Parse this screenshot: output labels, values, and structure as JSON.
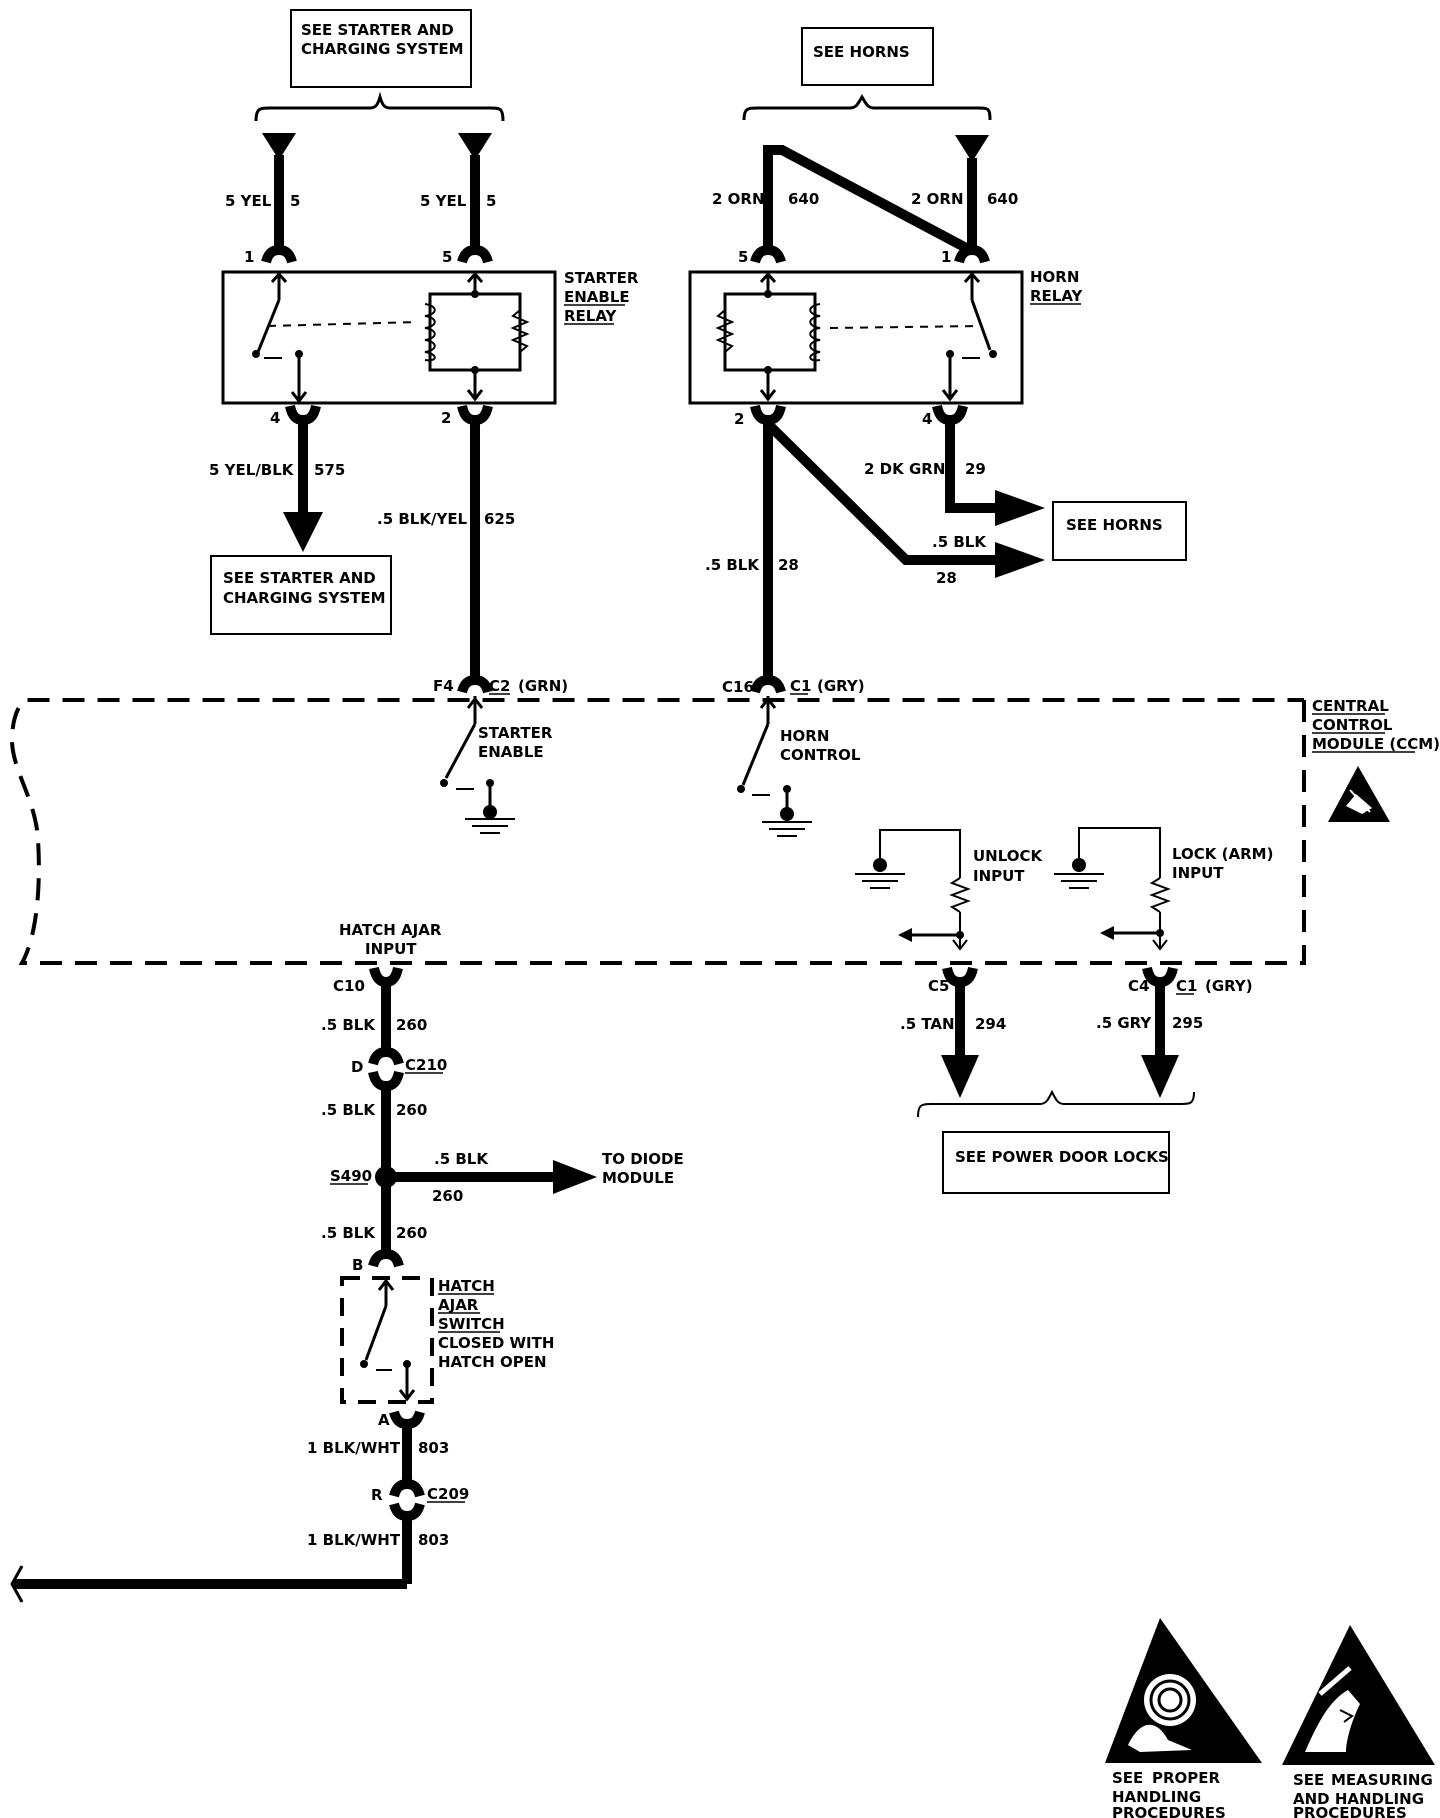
{
  "boxes": {
    "top_left": [
      "SEE STARTER AND",
      "CHARGING SYSTEM"
    ],
    "top_right": [
      "SEE HORNS"
    ],
    "starting_bottom": [
      "SEE STARTER AND",
      "CHARGING SYSTEM"
    ],
    "horns_right": [
      "SEE HORNS"
    ],
    "power_door_locks": [
      "SEE POWER DOOR LOCKS"
    ]
  },
  "starter_relay": {
    "label": [
      "STARTER",
      "ENABLE",
      "RELAY"
    ],
    "pin1": "1",
    "pin5": "5",
    "pin4": "4",
    "pin2": "2",
    "wire_in1_color": "5 YEL",
    "wire_in1_circuit": "5",
    "wire_in2_color": "5 YEL",
    "wire_in2_circuit": "5",
    "wire_out4_color": "5 YEL/BLK",
    "wire_out4_circuit": "575",
    "wire_out2_color": ".5 BLK/YEL",
    "wire_out2_circuit": "625"
  },
  "horn_relay": {
    "label": [
      "HORN",
      "RELAY"
    ],
    "pin5": "5",
    "pin1": "1",
    "pin2": "2",
    "pin4": "4",
    "wire_in_a_color": "2 ORN",
    "wire_in_a_circuit": "640",
    "wire_in_b_color": "2 ORN",
    "wire_in_b_circuit": "640",
    "wire_out4_color": "2 DK GRN",
    "wire_out4_circuit": "29",
    "wire_branch_color": ".5 BLK",
    "wire_branch_circuit": "28",
    "wire_out2_color": ".5 BLK",
    "wire_out2_circuit": "28"
  },
  "ccm": {
    "label": [
      "CENTRAL",
      "CONTROL",
      "MODULE (CCM)"
    ],
    "conn_f4": "F4",
    "conn_c2": "C2",
    "conn_c2_color": "(GRN)",
    "conn_c16": "C16",
    "conn_c1": "C1",
    "conn_c1_color": "(GRY)",
    "starter_enable": [
      "STARTER",
      "ENABLE"
    ],
    "horn_control": [
      "HORN",
      "CONTROL"
    ],
    "unlock_input": [
      "UNLOCK",
      "INPUT"
    ],
    "lock_input": [
      "LOCK (ARM)",
      "INPUT"
    ],
    "hatch_input": [
      "HATCH AJAR",
      "INPUT"
    ],
    "conn_c10": "C10",
    "conn_c5": "C5",
    "conn_c4": "C4",
    "conn_c1b": "C1",
    "conn_c1b_color": "(GRY)"
  },
  "door_wires": {
    "unlock_color": ".5 TAN",
    "unlock_circuit": "294",
    "lock_color": ".5 GRY",
    "lock_circuit": "295"
  },
  "hatch_circuit": {
    "w1_color": ".5 BLK",
    "w1_circuit": "260",
    "c210_pin": "D",
    "c210": "C210",
    "w2_color": ".5 BLK",
    "w2_circuit": "260",
    "splice": "S490",
    "branch_color": ".5 BLK",
    "branch_circuit": "260",
    "to_diode": [
      "TO DIODE",
      "MODULE"
    ],
    "w3_color": ".5 BLK",
    "w3_circuit": "260",
    "switch_pin_b": "B",
    "switch_label": [
      "HATCH",
      "AJAR",
      "SWITCH",
      "CLOSED WITH",
      "HATCH OPEN"
    ],
    "switch_pin_a": "A",
    "w4_color": "1 BLK/WHT",
    "w4_circuit": "803",
    "c209_pin": "R",
    "c209": "C209",
    "w5_color": "1 BLK/WHT",
    "w5_circuit": "803"
  },
  "esd": {
    "left": [
      "SEE",
      "PROPER",
      "HANDLING",
      "PROCEDURES"
    ],
    "right": [
      "SEE",
      "MEASURING",
      "AND HANDLING",
      "PROCEDURES"
    ]
  }
}
